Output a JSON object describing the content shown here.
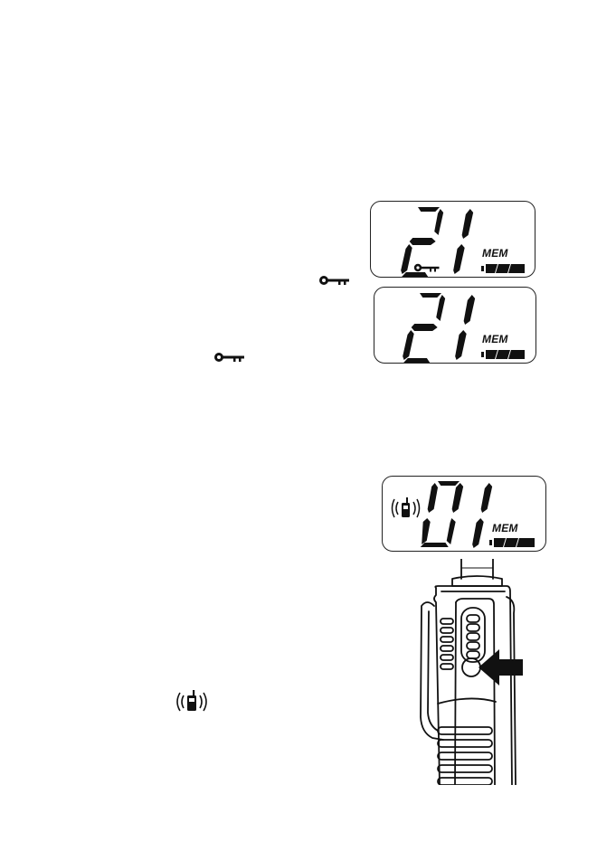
{
  "display_top": {
    "channel_digits": [
      "2",
      "1"
    ],
    "mem_label": "MEM",
    "icons": [
      "key-lock-icon",
      "battery-full-icon"
    ]
  },
  "display_middle": {
    "channel_digits": [
      "2",
      "1"
    ],
    "mem_label": "MEM",
    "icons": [
      "battery-full-icon"
    ]
  },
  "display_bottom": {
    "channel_digits": [
      "0",
      "1"
    ],
    "mem_label": "MEM",
    "icons": [
      "vibrate-alert-icon",
      "battery-full-icon"
    ]
  },
  "inline_icons": [
    "key-lock-icon",
    "key-lock-icon",
    "vibrate-alert-icon"
  ],
  "radio_illustration": {
    "icons": [
      "belt-clip",
      "side-button",
      "pointer-arrow-icon"
    ]
  },
  "colors": {
    "ink": "#111111",
    "background": "#ffffff"
  }
}
